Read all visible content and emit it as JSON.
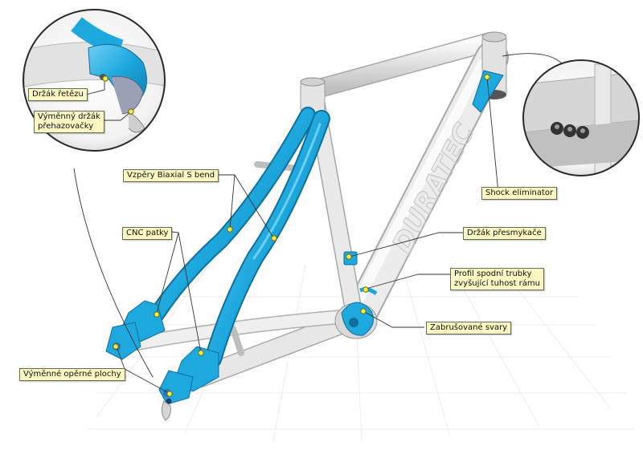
{
  "callouts": {
    "retez": "Držák řetězu",
    "prehazovacka_1": "Výměnný držák",
    "prehazovacka_2": "přehazovačky",
    "vzpery": "Vzpěry Biaxial S bend",
    "cnc": "CNC patky",
    "operne": "Výměnné opěrné plochy",
    "shock": "Shock eliminator",
    "presmykac": "Držák přesmykače",
    "profil_1": "Profil spodní trubky",
    "profil_2": "zvyšující tuhost rámu",
    "svary": "Zabrušované svary"
  },
  "colors": {
    "accent_blue": "#1da8de",
    "frame_grey": "#e6e6e6",
    "callout_fill": "#fbf7c2",
    "marker": "#f4ee3a"
  }
}
